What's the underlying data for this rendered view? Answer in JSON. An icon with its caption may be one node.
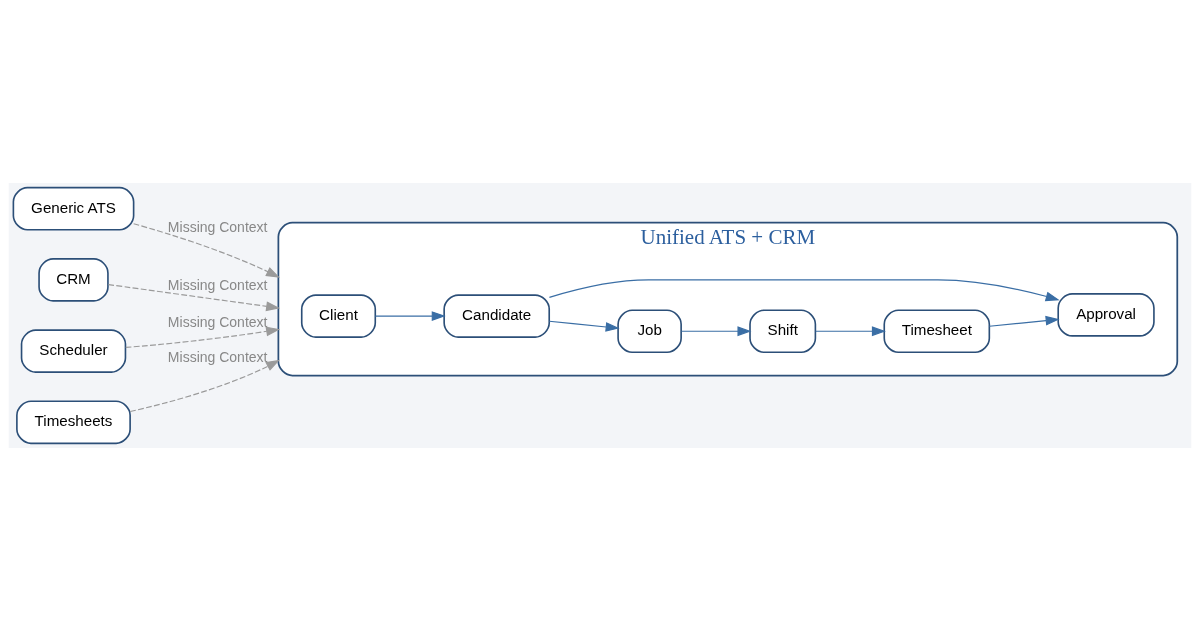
{
  "diagram": {
    "nodes": [
      {
        "text": [
          "Generic ATS"
        ]
      },
      {
        "text": [
          "CRM"
        ]
      },
      {
        "text": [
          "Scheduler"
        ]
      },
      {
        "text": [
          "Timesheets"
        ]
      },
      {
        "text": [
          "Unified ATS + CRM"
        ]
      },
      {
        "text": [
          "Client"
        ],
        "in": 4
      },
      {
        "text": [
          "Candidate"
        ],
        "in": 4
      },
      {
        "text": [
          "Job"
        ],
        "in": 4
      },
      {
        "text": [
          "Shift"
        ],
        "in": 4
      },
      {
        "text": [
          "Timesheet"
        ],
        "in": 4
      },
      {
        "text": [
          "Approval"
        ],
        "in": 4
      }
    ],
    "edges": [
      {
        "from": 0,
        "to": 4,
        "arrow": "to",
        "label": "Missing Context",
        "style": "dashed",
        "color": "#9a9a9a"
      },
      {
        "from": 1,
        "to": 4,
        "arrow": "to",
        "label": "Missing Context",
        "style": "dashed",
        "color": "#9a9a9a"
      },
      {
        "from": 2,
        "to": 4,
        "arrow": "to",
        "label": "Missing Context",
        "style": "dashed",
        "color": "#9a9a9a"
      },
      {
        "from": 3,
        "to": 4,
        "arrow": "to",
        "label": "Missing Context",
        "style": "dashed",
        "color": "#9a9a9a"
      },
      {
        "from": 5,
        "to": 6,
        "arrow": "to"
      },
      {
        "from": 6,
        "to": 7,
        "arrow": "to"
      },
      {
        "from": 7,
        "to": 8,
        "arrow": "to"
      },
      {
        "from": 8,
        "to": 9,
        "arrow": "to"
      },
      {
        "from": 9,
        "to": 10,
        "arrow": "to"
      },
      {
        "from": 6,
        "to": 10,
        "arrow": "to"
      }
    ]
  }
}
